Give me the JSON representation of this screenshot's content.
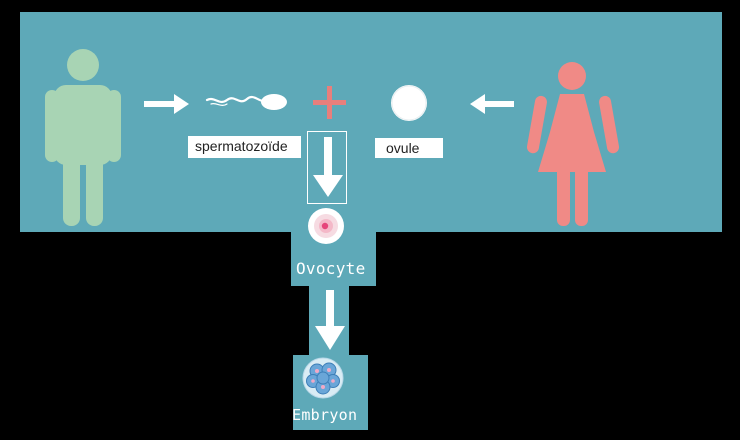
{
  "diagram": {
    "colors": {
      "panel": "#5ea9b8",
      "man": "#a8d4b4",
      "woman": "#f08a86",
      "cross": "#e87f7c",
      "arrow": "#ffffff",
      "background": "#000000"
    },
    "icons": [
      "man-icon",
      "woman-icon",
      "sperm-icon",
      "egg-icon",
      "plus-icon",
      "oocyte-icon",
      "embryo-icon"
    ],
    "labels": {
      "sperm": "spermatozoïde",
      "ovule": "ovule",
      "ovocyte": "Ovocyte",
      "embryon": "Embryon"
    }
  }
}
